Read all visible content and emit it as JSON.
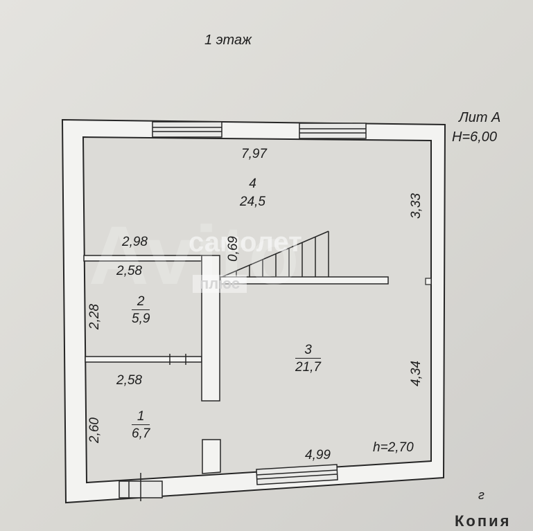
{
  "title": "1 этаж",
  "lit": "Лит А",
  "building_height": "H=6,00",
  "room_height": "h=2,70",
  "rooms": [
    {
      "number": "1",
      "area": "6,7"
    },
    {
      "number": "2",
      "area": "5,9"
    },
    {
      "number": "3",
      "area": "21,7"
    },
    {
      "number": "4",
      "area": "24,5"
    }
  ],
  "dimensions": {
    "top": "7,97",
    "right_upper": "3,33",
    "right_lower": "4,34",
    "r2_top_outer": "2,98",
    "r2_top_inner": "2,58",
    "r2_left": "2,28",
    "r1_top": "2,58",
    "r1_left": "2,60",
    "bottom": "4,99",
    "stair": "0,69"
  },
  "watermark": {
    "avito": "Avito",
    "brand": "самолет",
    "sub": "плюс"
  },
  "stamp": "Копия",
  "stamp_mark": "г"
}
